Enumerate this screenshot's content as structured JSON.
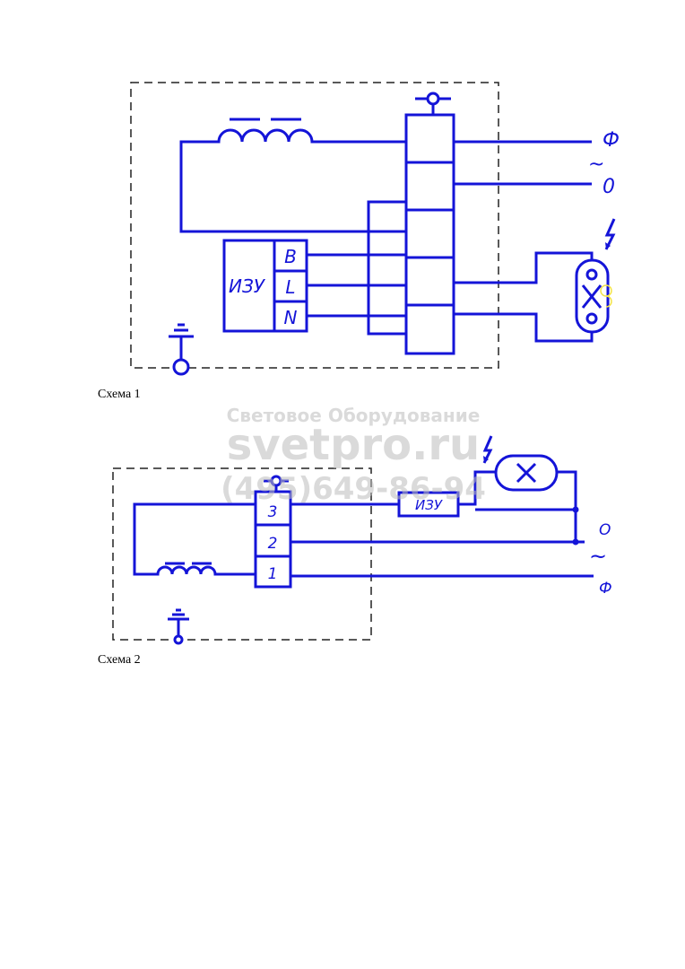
{
  "scheme1": {
    "caption": "Схема 1",
    "izu_label": "ИЗУ",
    "izu_terminals": [
      "B",
      "L",
      "N"
    ],
    "phase_label": "Ф",
    "ac_symbol": "~",
    "neutral_label": "0"
  },
  "scheme2": {
    "caption": "Схема 2",
    "izu_label": "ИЗУ",
    "terminals": [
      "3",
      "2",
      "1"
    ],
    "neutral_label": "О",
    "ac_symbol": "~",
    "phase_label": "Ф"
  },
  "watermark": {
    "line1": "Световое Оборудование",
    "line2": "svetpro.ru",
    "line3": "(495)649-86-94"
  },
  "colors": {
    "wire": "#1414d8",
    "frame": "#222222",
    "watermark": "#bdbdbd"
  }
}
